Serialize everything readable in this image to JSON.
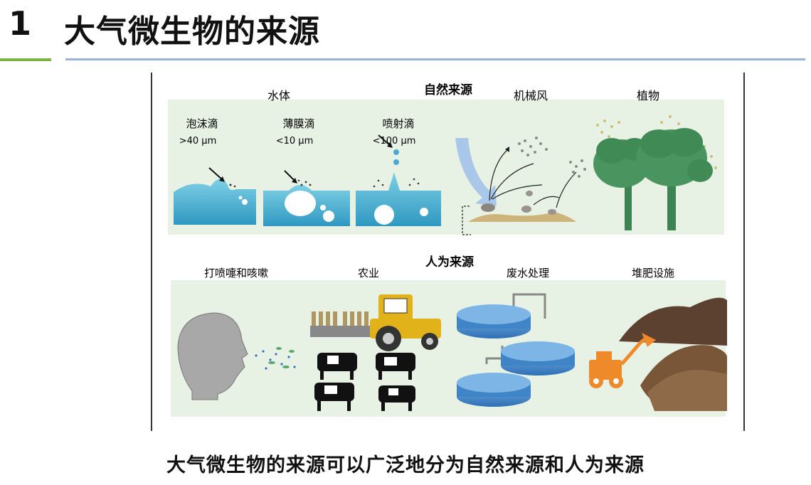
{
  "slide": {
    "number": "1",
    "title": "大气微生物的来源",
    "caption": "大气微生物的来源可以广泛地分为自然来源和人为来源"
  },
  "figure": {
    "natural": {
      "heading": "自然来源",
      "water_body": "水体",
      "mechanical_wind": "机械风",
      "plants": "植物",
      "droplets": [
        {
          "name": "泡沫滴",
          "size": ">40 μm"
        },
        {
          "name": "薄膜滴",
          "size": "<10 μm"
        },
        {
          "name": "喷射滴",
          "size": "<100 μm"
        }
      ]
    },
    "human": {
      "heading": "人为来源",
      "sources": [
        "打喷嚏和咳嗽",
        "农业",
        "废水处理",
        "堆肥设施"
      ]
    }
  },
  "colors": {
    "panel_bg": "#e9f3e6",
    "water_top": "#6ec9e0",
    "water_bottom": "#2f9fc4",
    "tree": "#3f8a55",
    "arrow": "#a9c7e8",
    "soil": "#c9b27a",
    "tank": "#3f84c6",
    "tractor_yellow": "#e2b21a",
    "tractor_orange": "#ef8a2a",
    "compost": "#6b4a32",
    "head": "#a8a8a8"
  }
}
